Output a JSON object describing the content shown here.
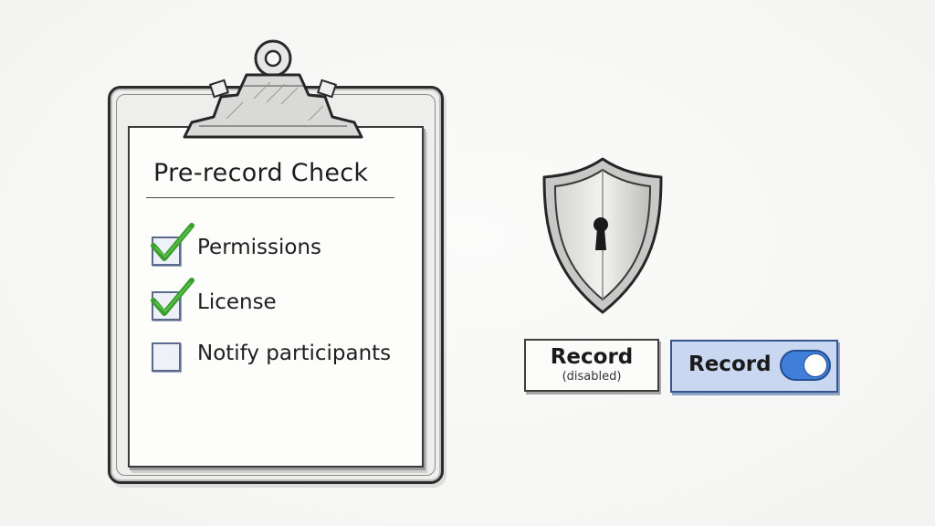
{
  "checklist": {
    "title": "Pre-record Check",
    "items": [
      {
        "label": "Permissions",
        "checked": true
      },
      {
        "label": "License",
        "checked": true
      },
      {
        "label": "Notify participants",
        "checked": false
      }
    ]
  },
  "shield": {
    "icon": "shield-lock-icon"
  },
  "buttons": {
    "disabled": {
      "label": "Record",
      "sublabel": "(disabled)"
    },
    "enabled": {
      "label": "Record",
      "toggle_on": true
    }
  },
  "colors": {
    "check_green": "#3a9d2e",
    "toggle_blue": "#3f7fd9",
    "enabled_button_bg": "#c9d7f1"
  }
}
